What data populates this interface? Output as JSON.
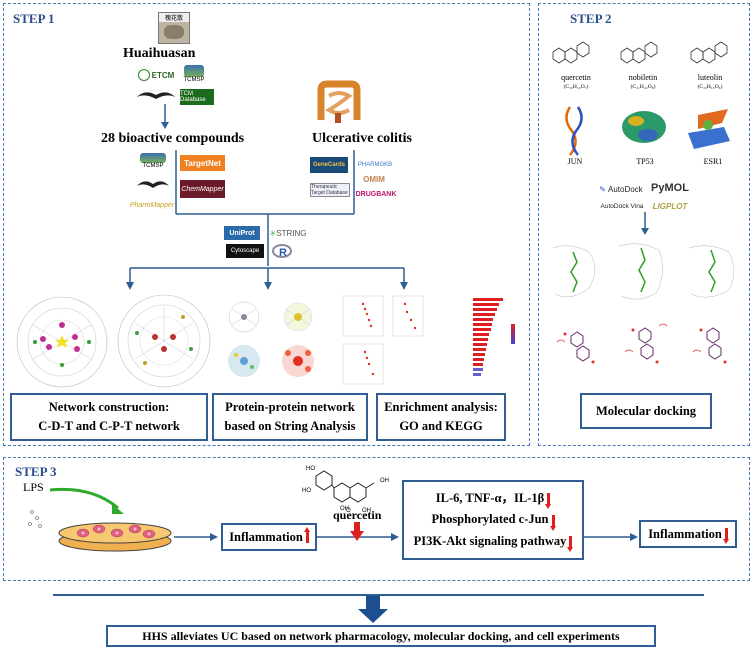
{
  "step1": {
    "label": "STEP 1",
    "herb_label": "槐花散",
    "herb_name": "Huaihuasan",
    "db_logos": [
      "ETCM",
      "TCMSP",
      "TCM Database"
    ],
    "compounds": "28 bioactive compounds",
    "disease": "Ulcerative colitis",
    "target_logos_left": [
      "TCMSP",
      "TargetNet",
      "SwissTarget",
      "ChemMapper",
      "PharmMapper"
    ],
    "target_logos_right": [
      "GeneCards",
      "PHARMGKB",
      "OMIM",
      "Therapeutic Target Database",
      "DRUGBANK"
    ],
    "tool_logos": [
      "UniProt",
      "STRING",
      "Cytoscape",
      "R"
    ],
    "box_network": [
      "Network construction:",
      "C-D-T and C-P-T network"
    ],
    "box_ppi": [
      "Protein-protein network",
      "based on String Analysis"
    ],
    "box_enrich": [
      "Enrichment analysis:",
      "GO and KEGG"
    ]
  },
  "step2": {
    "label": "STEP 2",
    "compounds": [
      {
        "name": "quercetin",
        "formula": "(C₁₅H₁₀O₇)"
      },
      {
        "name": "nobiletin",
        "formula": "(C₂₁H₂₂O₈)"
      },
      {
        "name": "luteolin",
        "formula": "(C₁₅H₁₀O₆)"
      }
    ],
    "proteins": [
      "JUN",
      "TP53",
      "ESR1"
    ],
    "software": [
      "AutoDock",
      "PyMOL",
      "AutoDock Vina",
      "LIGPLOT"
    ],
    "box_docking": "Molecular docking"
  },
  "step3": {
    "label": "STEP 3",
    "lps": "LPS",
    "inflammation_up": "Inflammation",
    "quercetin": "quercetin",
    "markers": [
      "IL-6, TNF-α，IL-1β",
      "Phosphorylated c-Jun",
      "PI3K-Akt signaling pathway"
    ],
    "inflammation_down": "Inflammation"
  },
  "conclusion": "HHS alleviates UC based on network pharmacology, molecular docking, and cell experiments",
  "colors": {
    "border": "#2f5d94",
    "dash": "#4a78b4",
    "step": "#2a4e8c",
    "red": "#e02020",
    "green": "#2eaa2e"
  }
}
